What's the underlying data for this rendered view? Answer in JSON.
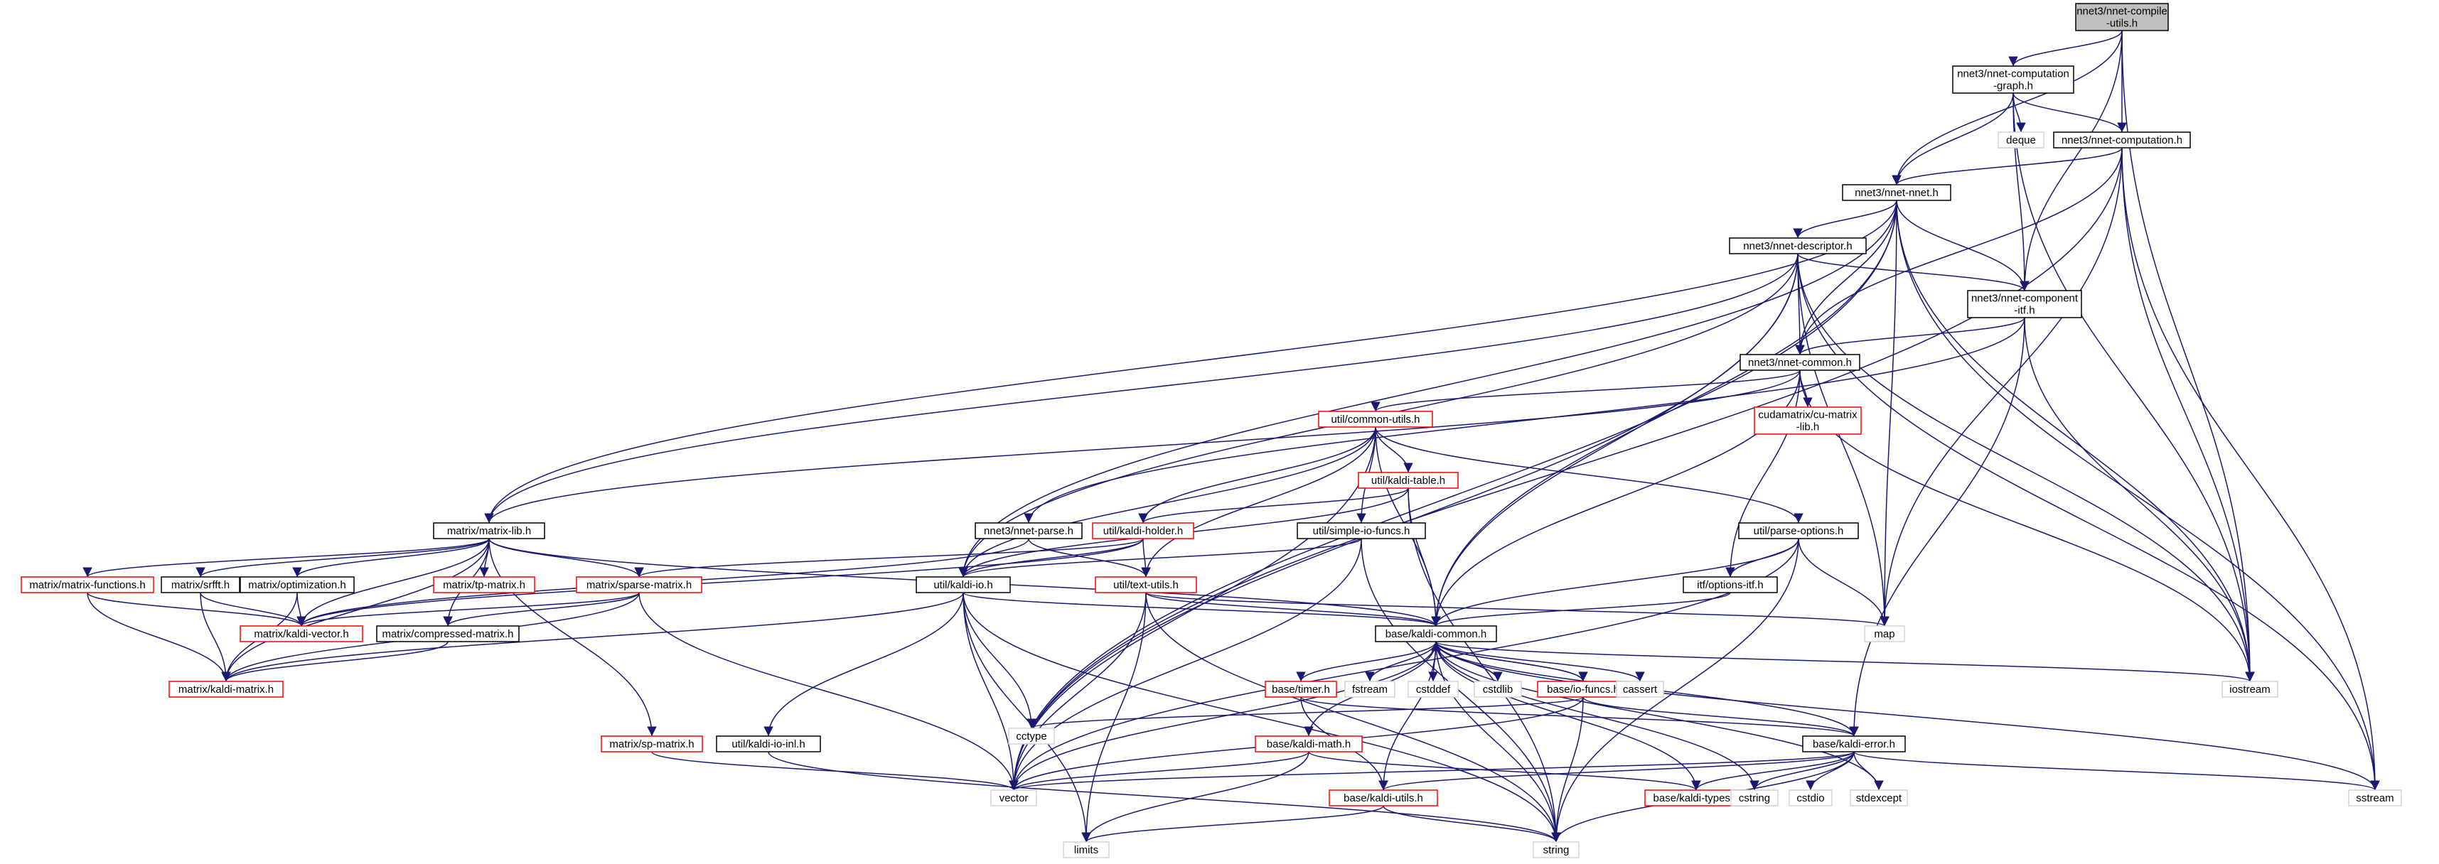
{
  "colors": {
    "edge": "#191970",
    "root_fill": "#bfbfbf",
    "root_border": "#000000",
    "normal_border": "#000000",
    "truncated_border": "#ff0000",
    "truncated_text": "#ff0000",
    "system_border": "#d3d3d3",
    "system_text": "#404040",
    "node_fill": "#ffffff"
  },
  "nodes": [
    {
      "id": "compile_utils",
      "lines": [
        "nnet3/nnet-compile",
        "-utils.h"
      ],
      "style": "root"
    },
    {
      "id": "comp_graph",
      "lines": [
        "nnet3/nnet-computation",
        "-graph.h"
      ],
      "style": "normal"
    },
    {
      "id": "computation",
      "lines": [
        "nnet3/nnet-computation.h"
      ],
      "style": "normal"
    },
    {
      "id": "nnet",
      "lines": [
        "nnet3/nnet-nnet.h"
      ],
      "style": "normal"
    },
    {
      "id": "descriptor",
      "lines": [
        "nnet3/nnet-descriptor.h"
      ],
      "style": "normal"
    },
    {
      "id": "component_itf",
      "lines": [
        "nnet3/nnet-component",
        "-itf.h"
      ],
      "style": "normal"
    },
    {
      "id": "common",
      "lines": [
        "nnet3/nnet-common.h"
      ],
      "style": "normal"
    },
    {
      "id": "cu_matrix_lib",
      "lines": [
        "cudamatrix/cu-matrix",
        "-lib.h"
      ],
      "style": "truncated"
    },
    {
      "id": "common_utils",
      "lines": [
        "util/common-utils.h"
      ],
      "style": "truncated"
    },
    {
      "id": "kaldi_table",
      "lines": [
        "util/kaldi-table.h"
      ],
      "style": "truncated"
    },
    {
      "id": "parse_options",
      "lines": [
        "util/parse-options.h"
      ],
      "style": "normal"
    },
    {
      "id": "simple_io",
      "lines": [
        "util/simple-io-funcs.h"
      ],
      "style": "normal"
    },
    {
      "id": "kaldi_holder",
      "lines": [
        "util/kaldi-holder.h"
      ],
      "style": "truncated"
    },
    {
      "id": "nnet_parse",
      "lines": [
        "nnet3/nnet-parse.h"
      ],
      "style": "normal"
    },
    {
      "id": "matrix_lib",
      "lines": [
        "matrix/matrix-lib.h"
      ],
      "style": "normal"
    },
    {
      "id": "matrix_functions",
      "lines": [
        "matrix/matrix-functions.h"
      ],
      "style": "truncated"
    },
    {
      "id": "srfft",
      "lines": [
        "matrix/srfft.h"
      ],
      "style": "normal"
    },
    {
      "id": "optimization",
      "lines": [
        "matrix/optimization.h"
      ],
      "style": "normal"
    },
    {
      "id": "tp_matrix",
      "lines": [
        "matrix/tp-matrix.h"
      ],
      "style": "truncated"
    },
    {
      "id": "sparse_matrix",
      "lines": [
        "matrix/sparse-matrix.h"
      ],
      "style": "truncated"
    },
    {
      "id": "kaldi_vector",
      "lines": [
        "matrix/kaldi-vector.h"
      ],
      "style": "truncated"
    },
    {
      "id": "compressed_matrix",
      "lines": [
        "matrix/compressed-matrix.h"
      ],
      "style": "normal"
    },
    {
      "id": "kaldi_matrix",
      "lines": [
        "matrix/kaldi-matrix.h"
      ],
      "style": "truncated"
    },
    {
      "id": "sp_matrix",
      "lines": [
        "matrix/sp-matrix.h"
      ],
      "style": "truncated"
    },
    {
      "id": "kaldi_io",
      "lines": [
        "util/kaldi-io.h"
      ],
      "style": "normal"
    },
    {
      "id": "text_utils",
      "lines": [
        "util/text-utils.h"
      ],
      "style": "truncated"
    },
    {
      "id": "options_itf",
      "lines": [
        "itf/options-itf.h"
      ],
      "style": "normal"
    },
    {
      "id": "kaldi_io_inl",
      "lines": [
        "util/kaldi-io-inl.h"
      ],
      "style": "normal"
    },
    {
      "id": "base_common",
      "lines": [
        "base/kaldi-common.h"
      ],
      "style": "normal"
    },
    {
      "id": "timer",
      "lines": [
        "base/timer.h"
      ],
      "style": "truncated"
    },
    {
      "id": "io_funcs",
      "lines": [
        "base/io-funcs.h"
      ],
      "style": "truncated"
    },
    {
      "id": "kaldi_math",
      "lines": [
        "base/kaldi-math.h"
      ],
      "style": "truncated"
    },
    {
      "id": "kaldi_error",
      "lines": [
        "base/kaldi-error.h"
      ],
      "style": "normal"
    },
    {
      "id": "kaldi_utils",
      "lines": [
        "base/kaldi-utils.h"
      ],
      "style": "truncated"
    },
    {
      "id": "kaldi_types",
      "lines": [
        "base/kaldi-types.h"
      ],
      "style": "truncated"
    },
    {
      "id": "deque",
      "lines": [
        "deque"
      ],
      "style": "system"
    },
    {
      "id": "map",
      "lines": [
        "map"
      ],
      "style": "system"
    },
    {
      "id": "iostream",
      "lines": [
        "iostream"
      ],
      "style": "system"
    },
    {
      "id": "sstream",
      "lines": [
        "sstream"
      ],
      "style": "system"
    },
    {
      "id": "fstream",
      "lines": [
        "fstream"
      ],
      "style": "system"
    },
    {
      "id": "cstddef",
      "lines": [
        "cstddef"
      ],
      "style": "system"
    },
    {
      "id": "cstdlib",
      "lines": [
        "cstdlib"
      ],
      "style": "system"
    },
    {
      "id": "cassert",
      "lines": [
        "cassert"
      ],
      "style": "system"
    },
    {
      "id": "cctype",
      "lines": [
        "cctype"
      ],
      "style": "system"
    },
    {
      "id": "vector",
      "lines": [
        "vector"
      ],
      "style": "system"
    },
    {
      "id": "cstring",
      "lines": [
        "cstring"
      ],
      "style": "system"
    },
    {
      "id": "cstdio",
      "lines": [
        "cstdio"
      ],
      "style": "system"
    },
    {
      "id": "stdexcept",
      "lines": [
        "stdexcept"
      ],
      "style": "system"
    },
    {
      "id": "limits",
      "lines": [
        "limits"
      ],
      "style": "system"
    },
    {
      "id": "string",
      "lines": [
        "string"
      ],
      "style": "system"
    }
  ],
  "edges": [
    [
      "compile_utils",
      "comp_graph"
    ],
    [
      "compile_utils",
      "computation"
    ],
    [
      "compile_utils",
      "nnet"
    ],
    [
      "compile_utils",
      "component_itf"
    ],
    [
      "compile_utils",
      "iostream"
    ],
    [
      "comp_graph",
      "computation"
    ],
    [
      "comp_graph",
      "nnet"
    ],
    [
      "comp_graph",
      "component_itf"
    ],
    [
      "comp_graph",
      "deque"
    ],
    [
      "comp_graph",
      "iostream"
    ],
    [
      "computation",
      "nnet"
    ],
    [
      "computation",
      "common"
    ],
    [
      "computation",
      "map"
    ],
    [
      "computation",
      "iostream"
    ],
    [
      "computation",
      "sstream"
    ],
    [
      "computation",
      "vector"
    ],
    [
      "nnet",
      "descriptor"
    ],
    [
      "nnet",
      "component_itf"
    ],
    [
      "nnet",
      "common"
    ],
    [
      "nnet",
      "matrix_lib"
    ],
    [
      "nnet",
      "kaldi_io"
    ],
    [
      "nnet",
      "base_common"
    ],
    [
      "nnet",
      "map"
    ],
    [
      "nnet",
      "iostream"
    ],
    [
      "nnet",
      "sstream"
    ],
    [
      "nnet",
      "vector"
    ],
    [
      "descriptor",
      "component_itf"
    ],
    [
      "descriptor",
      "common"
    ],
    [
      "descriptor",
      "matrix_lib"
    ],
    [
      "descriptor",
      "kaldi_io"
    ],
    [
      "descriptor",
      "base_common"
    ],
    [
      "descriptor",
      "map"
    ],
    [
      "descriptor",
      "iostream"
    ],
    [
      "descriptor",
      "sstream"
    ],
    [
      "descriptor",
      "vector"
    ],
    [
      "component_itf",
      "common"
    ],
    [
      "component_itf",
      "nnet_parse"
    ],
    [
      "component_itf",
      "kaldi_error"
    ],
    [
      "component_itf",
      "iostream"
    ],
    [
      "common",
      "cu_matrix_lib"
    ],
    [
      "common",
      "common_utils"
    ],
    [
      "common",
      "matrix_lib"
    ],
    [
      "common",
      "options_itf"
    ],
    [
      "common",
      "base_common"
    ],
    [
      "common",
      "iostream"
    ],
    [
      "common_utils",
      "kaldi_table"
    ],
    [
      "common_utils",
      "parse_options"
    ],
    [
      "common_utils",
      "simple_io"
    ],
    [
      "common_utils",
      "kaldi_holder"
    ],
    [
      "common_utils",
      "kaldi_io"
    ],
    [
      "common_utils",
      "text_utils"
    ],
    [
      "common_utils",
      "base_common"
    ],
    [
      "common_utils",
      "vector"
    ],
    [
      "kaldi_table",
      "kaldi_holder"
    ],
    [
      "kaldi_table",
      "kaldi_io"
    ],
    [
      "kaldi_table",
      "base_common"
    ],
    [
      "kaldi_table",
      "string"
    ],
    [
      "parse_options",
      "options_itf"
    ],
    [
      "parse_options",
      "base_common"
    ],
    [
      "parse_options",
      "map"
    ],
    [
      "parse_options",
      "string"
    ],
    [
      "parse_options",
      "vector"
    ],
    [
      "simple_io",
      "kaldi_io"
    ],
    [
      "simple_io",
      "string"
    ],
    [
      "simple_io",
      "vector"
    ],
    [
      "kaldi_holder",
      "kaldi_io"
    ],
    [
      "kaldi_holder",
      "text_utils"
    ],
    [
      "kaldi_holder",
      "sparse_matrix"
    ],
    [
      "kaldi_holder",
      "kaldi_vector"
    ],
    [
      "nnet_parse",
      "text_utils"
    ],
    [
      "nnet_parse",
      "kaldi_vector"
    ],
    [
      "matrix_lib",
      "matrix_functions"
    ],
    [
      "matrix_lib",
      "srfft"
    ],
    [
      "matrix_lib",
      "optimization"
    ],
    [
      "matrix_lib",
      "tp_matrix"
    ],
    [
      "matrix_lib",
      "sparse_matrix"
    ],
    [
      "matrix_lib",
      "kaldi_vector"
    ],
    [
      "matrix_lib",
      "compressed_matrix"
    ],
    [
      "matrix_lib",
      "kaldi_matrix"
    ],
    [
      "matrix_lib",
      "sp_matrix"
    ],
    [
      "matrix_lib",
      "base_common"
    ],
    [
      "matrix_functions",
      "kaldi_vector"
    ],
    [
      "matrix_functions",
      "kaldi_matrix"
    ],
    [
      "srfft",
      "kaldi_vector"
    ],
    [
      "srfft",
      "kaldi_matrix"
    ],
    [
      "optimization",
      "kaldi_vector"
    ],
    [
      "optimization",
      "kaldi_matrix"
    ],
    [
      "sparse_matrix",
      "kaldi_vector"
    ],
    [
      "sparse_matrix",
      "compressed_matrix"
    ],
    [
      "sparse_matrix",
      "kaldi_matrix"
    ],
    [
      "sparse_matrix",
      "vector"
    ],
    [
      "compressed_matrix",
      "kaldi_matrix"
    ],
    [
      "sp_matrix",
      "vector"
    ],
    [
      "kaldi_io",
      "kaldi_io_inl"
    ],
    [
      "kaldi_io",
      "base_common"
    ],
    [
      "kaldi_io",
      "kaldi_matrix"
    ],
    [
      "kaldi_io",
      "cctype"
    ],
    [
      "kaldi_io",
      "limits"
    ],
    [
      "kaldi_io",
      "string"
    ],
    [
      "kaldi_io",
      "vector"
    ],
    [
      "text_utils",
      "base_common"
    ],
    [
      "text_utils",
      "map"
    ],
    [
      "text_utils",
      "limits"
    ],
    [
      "text_utils",
      "vector"
    ],
    [
      "text_utils",
      "string"
    ],
    [
      "options_itf",
      "base_common"
    ],
    [
      "kaldi_io_inl",
      "string"
    ],
    [
      "base_common",
      "timer"
    ],
    [
      "base_common",
      "io_funcs"
    ],
    [
      "base_common",
      "kaldi_math"
    ],
    [
      "base_common",
      "kaldi_error"
    ],
    [
      "base_common",
      "kaldi_utils"
    ],
    [
      "base_common",
      "kaldi_types"
    ],
    [
      "base_common",
      "fstream"
    ],
    [
      "base_common",
      "cstddef"
    ],
    [
      "base_common",
      "cstdlib"
    ],
    [
      "base_common",
      "cassert"
    ],
    [
      "base_common",
      "iostream"
    ],
    [
      "base_common",
      "vector"
    ],
    [
      "base_common",
      "cstring"
    ],
    [
      "base_common",
      "stdexcept"
    ],
    [
      "base_common",
      "sstream"
    ],
    [
      "base_common",
      "string"
    ],
    [
      "timer",
      "kaldi_error"
    ],
    [
      "timer",
      "kaldi_utils"
    ],
    [
      "io_funcs",
      "base_common"
    ],
    [
      "io_funcs",
      "kaldi_error"
    ],
    [
      "io_funcs",
      "cctype"
    ],
    [
      "io_funcs",
      "string"
    ],
    [
      "io_funcs",
      "vector"
    ],
    [
      "kaldi_math",
      "kaldi_types"
    ],
    [
      "kaldi_math",
      "limits"
    ],
    [
      "kaldi_math",
      "vector"
    ],
    [
      "kaldi_error",
      "kaldi_utils"
    ],
    [
      "kaldi_error",
      "kaldi_types"
    ],
    [
      "kaldi_error",
      "vector"
    ],
    [
      "kaldi_error",
      "cstring"
    ],
    [
      "kaldi_error",
      "cstdio"
    ],
    [
      "kaldi_error",
      "stdexcept"
    ],
    [
      "kaldi_error",
      "sstream"
    ],
    [
      "kaldi_error",
      "string"
    ],
    [
      "kaldi_utils",
      "limits"
    ],
    [
      "kaldi_utils",
      "string"
    ]
  ]
}
